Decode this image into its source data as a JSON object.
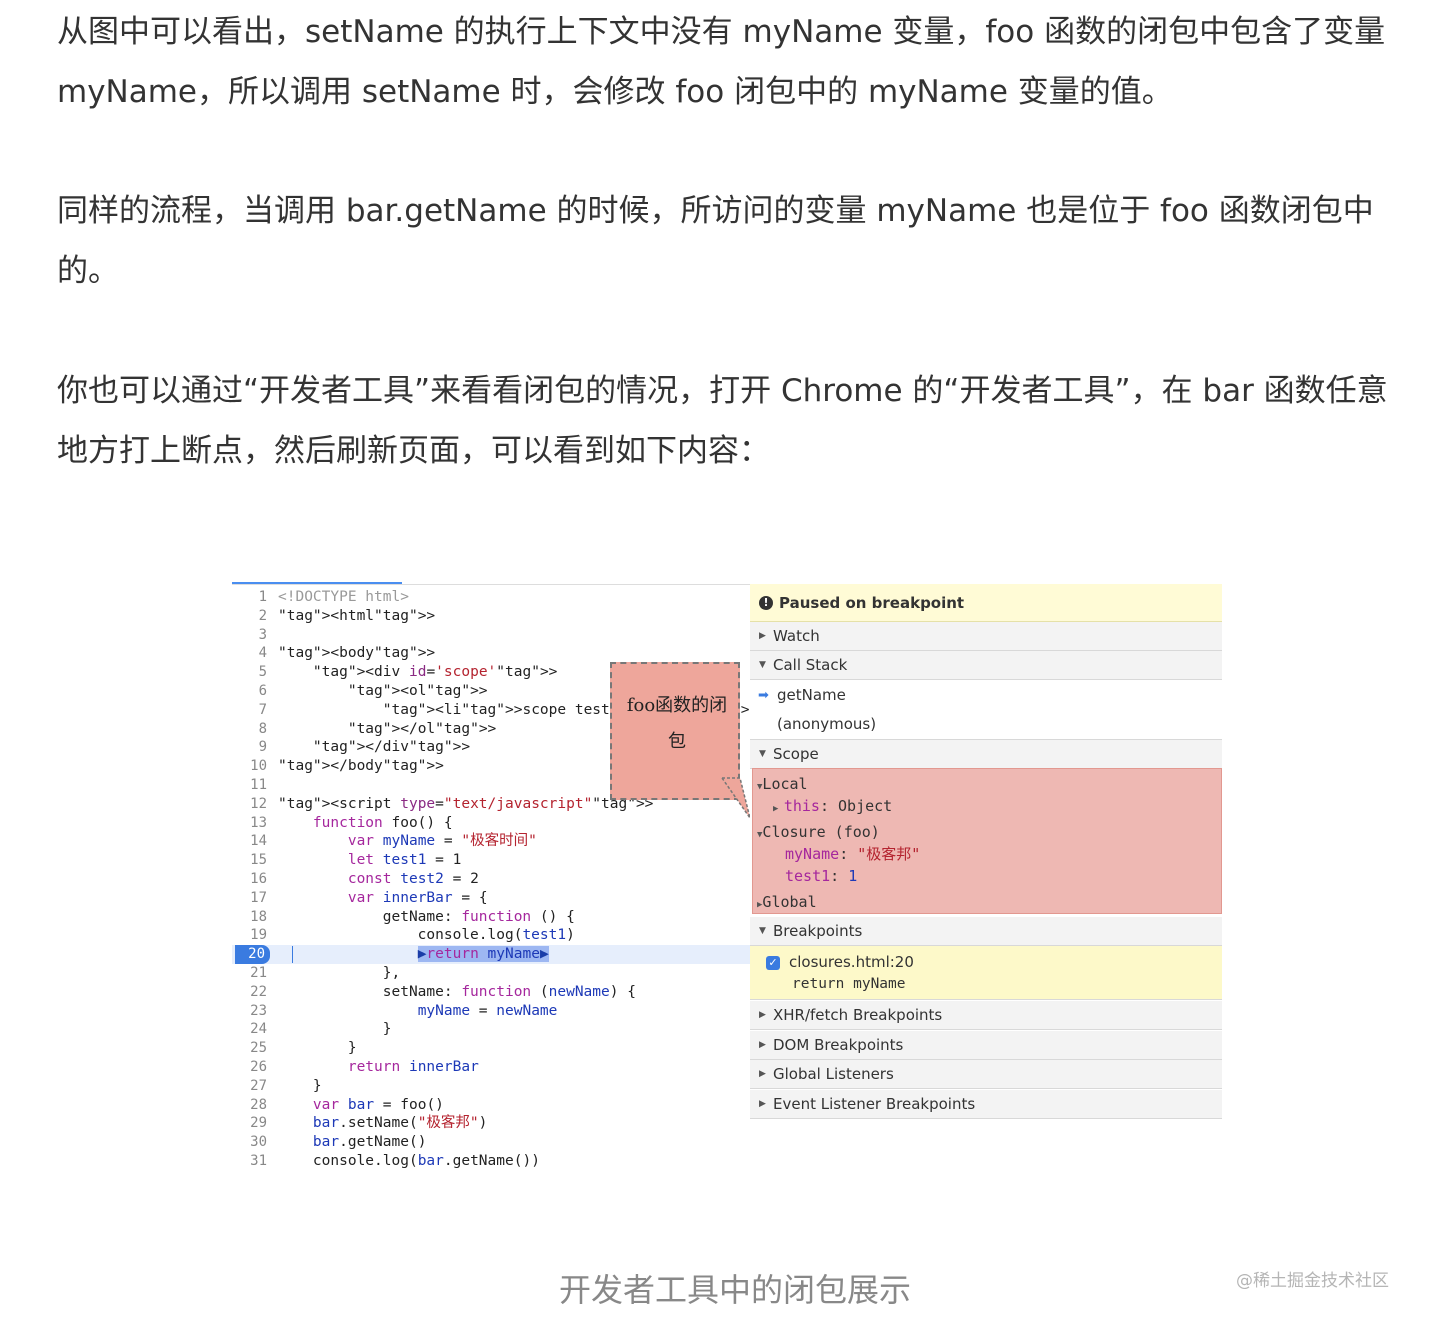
{
  "paragraphs": [
    "从图中可以看出，setName 的执行上下文中没有 myName 变量，foo 函数的闭包中包含了变量 myName，所以调用 setName 时，会修改 foo 闭包中的 myName 变量的值。",
    "同样的流程，当调用 bar.getName 的时候，所访问的变量 myName 也是位于 foo 函数闭包中的。",
    "你也可以通过“开发者工具”来看看闭包的情况，打开 Chrome 的“开发者工具”，在 bar 函数任意地方打上断点，然后刷新页面，可以看到如下内容："
  ],
  "code": {
    "lines": [
      {
        "n": "1",
        "t": "<!DOCTYPE html>"
      },
      {
        "n": "2",
        "t": "<html>"
      },
      {
        "n": "3",
        "t": ""
      },
      {
        "n": "4",
        "t": "<body>"
      },
      {
        "n": "5",
        "t": "    <div id='scope'>"
      },
      {
        "n": "6",
        "t": "        <ol>"
      },
      {
        "n": "7",
        "t": "            <li>scope test</li>"
      },
      {
        "n": "8",
        "t": "        </ol>"
      },
      {
        "n": "9",
        "t": "    </div>"
      },
      {
        "n": "10",
        "t": "</body>"
      },
      {
        "n": "11",
        "t": ""
      },
      {
        "n": "12",
        "t": "<script type=\"text/javascript\">"
      },
      {
        "n": "13",
        "t": "    function foo() {"
      },
      {
        "n": "14",
        "t": "        var myName = \"极客时间\""
      },
      {
        "n": "15",
        "t": "        let test1 = 1"
      },
      {
        "n": "16",
        "t": "        const test2 = 2"
      },
      {
        "n": "17",
        "t": "        var innerBar = {"
      },
      {
        "n": "18",
        "t": "            getName: function () {"
      },
      {
        "n": "19",
        "t": "                console.log(test1)"
      },
      {
        "n": "20",
        "t": "                return myName"
      },
      {
        "n": "21",
        "t": "            },"
      },
      {
        "n": "22",
        "t": "            setName: function (newName) {"
      },
      {
        "n": "23",
        "t": "                myName = newName"
      },
      {
        "n": "24",
        "t": "            }"
      },
      {
        "n": "25",
        "t": "        }"
      },
      {
        "n": "26",
        "t": "        return innerBar"
      },
      {
        "n": "27",
        "t": "    }"
      },
      {
        "n": "28",
        "t": "    var bar = foo()"
      },
      {
        "n": "29",
        "t": "    bar.setName(\"极客邦\")"
      },
      {
        "n": "30",
        "t": "    bar.getName()"
      },
      {
        "n": "31",
        "t": "    console.log(bar.getName())"
      }
    ],
    "active_line": "20"
  },
  "callout": {
    "text": "foo函数的闭包"
  },
  "devtools": {
    "paused": "Paused on breakpoint",
    "watch": "Watch",
    "call_stack": "Call Stack",
    "stack_frames": [
      "getName",
      "(anonymous)"
    ],
    "scope": "Scope",
    "local": "Local",
    "this_key": "this",
    "this_val": "Object",
    "closure": "Closure (foo)",
    "myname_key": "myName",
    "myname_val": "\"极客邦\"",
    "test1_key": "test1",
    "test1_val": "1",
    "global": "Global",
    "breakpoints": "Breakpoints",
    "bp_file": "closures.html:20",
    "bp_code": "return myName",
    "xhr": "XHR/fetch Breakpoints",
    "dom": "DOM Breakpoints",
    "global_listeners": "Global Listeners",
    "event_listeners": "Event Listener Breakpoints"
  },
  "caption": "开发者工具中的闭包展示",
  "watermark": "@稀土掘金技术社区",
  "colors": {
    "accent": "#3a7be0",
    "scope_highlight": "#eeb8b3",
    "callout": "#eea69b",
    "paused_bg": "#fffbd6"
  }
}
